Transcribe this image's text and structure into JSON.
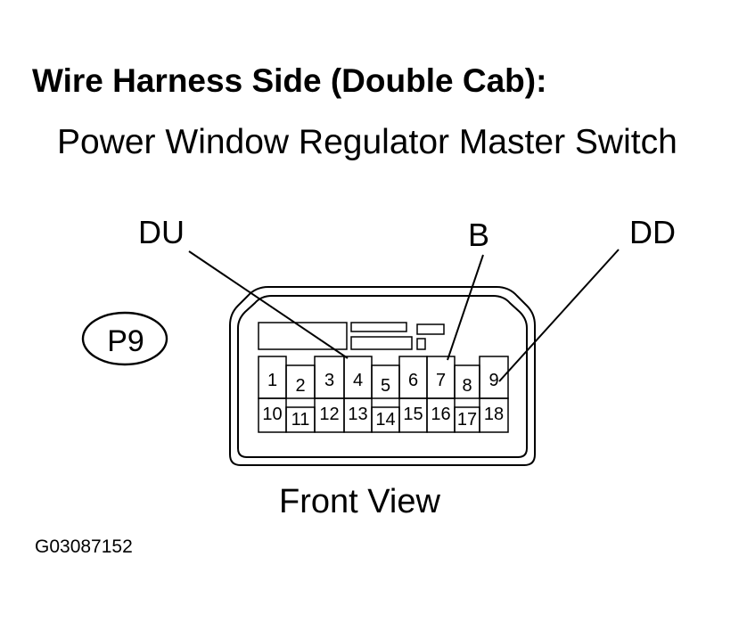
{
  "heading": "Wire Harness Side (Double Cab):",
  "component": "Power Window Regulator Master Switch",
  "connector_id": "P9",
  "terminal_labels": [
    "DU",
    "B",
    "DD"
  ],
  "pins_top": [
    "1",
    "2",
    "3",
    "4",
    "5",
    "6",
    "7",
    "8",
    "9"
  ],
  "pins_bottom": [
    "10",
    "11",
    "12",
    "13",
    "14",
    "15",
    "16",
    "17",
    "18"
  ],
  "view_caption": "Front View",
  "figure_code": "G03087152"
}
